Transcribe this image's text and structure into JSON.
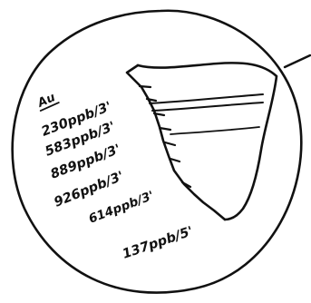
{
  "sketch": {
    "element_label": "Au",
    "assays": [
      "230ppb/3'",
      "583ppb/3'",
      "889ppb/3'",
      "926ppb/3'",
      "614ppb/3'",
      "137ppb/5'"
    ]
  }
}
